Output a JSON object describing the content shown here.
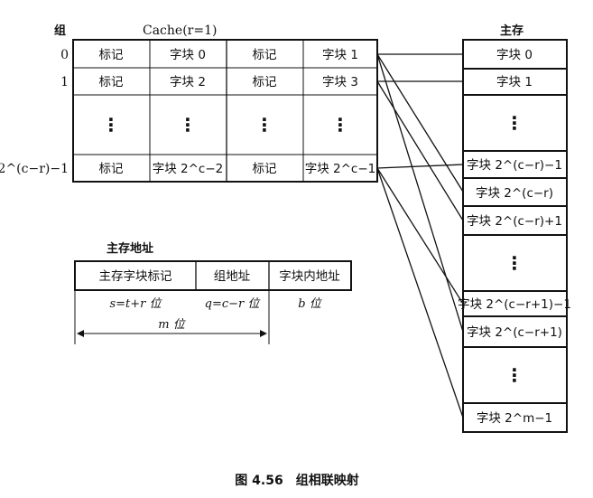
{
  "cache": {
    "group_label": "组",
    "title": "Cache(r=1)",
    "rows": [
      {
        "index": "0",
        "cells": [
          "标记",
          "字块 0",
          "标记",
          "字块 1"
        ]
      },
      {
        "index": "1",
        "cells": [
          "标记",
          "字块 2",
          "标记",
          "字块 3"
        ]
      },
      {
        "index": "",
        "cells": [
          "⋮",
          "⋮",
          "⋮",
          "⋮"
        ]
      },
      {
        "index": "2^(c−r)−1",
        "cells": [
          "标记",
          "字块 2^c−2",
          "标记",
          "字块 2^c−1"
        ]
      }
    ]
  },
  "main_memory": {
    "title": "主存",
    "blocks": [
      "字块 0",
      "字块 1",
      "⋮",
      "字块 2^(c−r)−1",
      "字块 2^(c−r)",
      "字块 2^(c−r)+1",
      "⋮",
      "字块 2^(c−r+1)−1",
      "字块 2^(c−r+1)",
      "⋮",
      "字块 2^m−1"
    ]
  },
  "address": {
    "title": "主存地址",
    "fields": [
      "主存字块标记",
      "组地址",
      "字块内地址"
    ],
    "widths": [
      "s=t+r 位",
      "q=c−r 位",
      "b 位"
    ],
    "total": "m 位"
  },
  "caption": "图 4.56　组相联映射",
  "connections": [
    {
      "from_row": 0,
      "to": [
        0,
        4,
        8
      ]
    },
    {
      "from_row": 1,
      "to": [
        1,
        5
      ]
    },
    {
      "from_row": 3,
      "to": [
        3,
        7,
        10
      ]
    }
  ]
}
